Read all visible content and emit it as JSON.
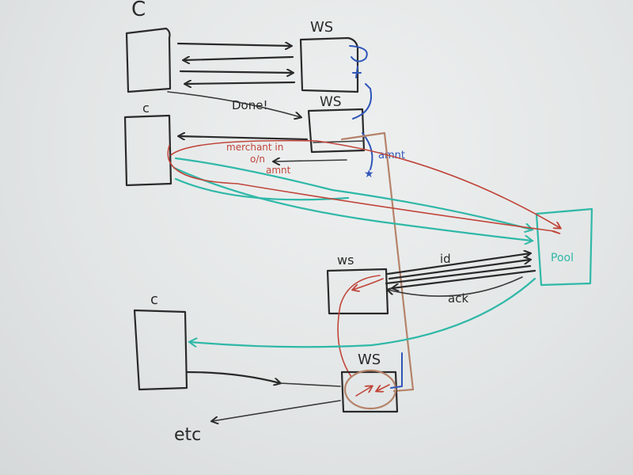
{
  "colors": {
    "black_ink": "#2a2a2a",
    "blue_ink": "#2f56b8",
    "red_ink": "#c0453a",
    "teal_ink": "#2fb8a8",
    "brown_ink": "#b5836a",
    "board": "#e4e7e7"
  },
  "labels": {
    "client_top": "C",
    "client_mid": "c",
    "client_bottom": "c",
    "ws_top": "WS",
    "ws_mid": "WS",
    "ws_lower": "ws",
    "ws_bottom": "WS",
    "done": "Done!",
    "merchant": "merchant in",
    "on": "o/n",
    "amount_red": "amnt",
    "amount_blue": "amnt",
    "pool": "Pool",
    "id": "id",
    "ack": "ack",
    "etc": "etc"
  }
}
